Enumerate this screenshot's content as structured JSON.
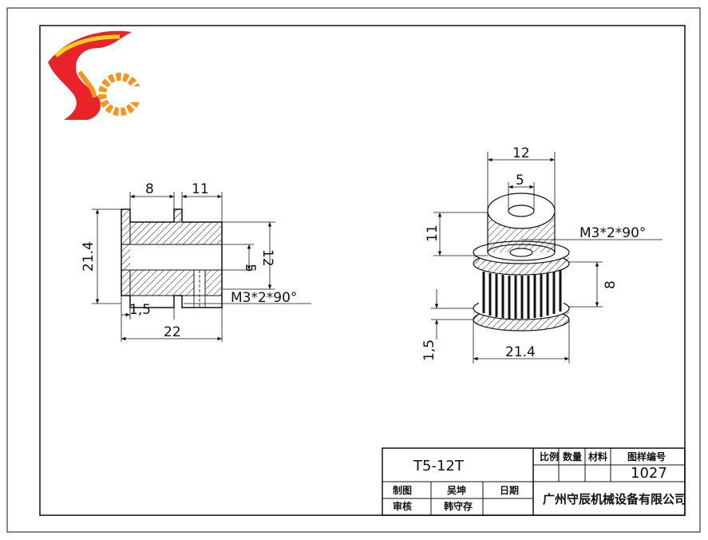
{
  "colors": {
    "ink": "#111111",
    "logo_red": "#e8232a",
    "logo_orange": "#f7941d",
    "logo_yellow": "#fcd116"
  },
  "logo": {
    "letters": "SC"
  },
  "side_view": {
    "dim_length_a": "8",
    "dim_length_b": "11",
    "dim_outer_dia": "21.4",
    "dim_bore": "5",
    "dim_hub_dia": "12",
    "dim_flange": "1,5",
    "dim_total": "22",
    "note_screw": "M3*2*90°"
  },
  "iso_view": {
    "dim_hub_dia": "12",
    "dim_bore": "5",
    "dim_hub_len": "11",
    "note_screw": "M3*2*90°",
    "dim_teeth_len": "8",
    "dim_flange": "1,5",
    "dim_outer_dia": "21.4"
  },
  "title_block": {
    "part_name": "T5-12T",
    "h_scale": "比例",
    "h_qty": "数量",
    "h_material": "材料",
    "h_drawing_no": "图样编号",
    "drawing_no": "1027",
    "lbl_drawn": "制图",
    "drawn_by": "吴坤",
    "lbl_date": "日期",
    "lbl_checked": "审核",
    "checked_by": "韩守存",
    "company": "广州守辰机械设备有限公司"
  }
}
